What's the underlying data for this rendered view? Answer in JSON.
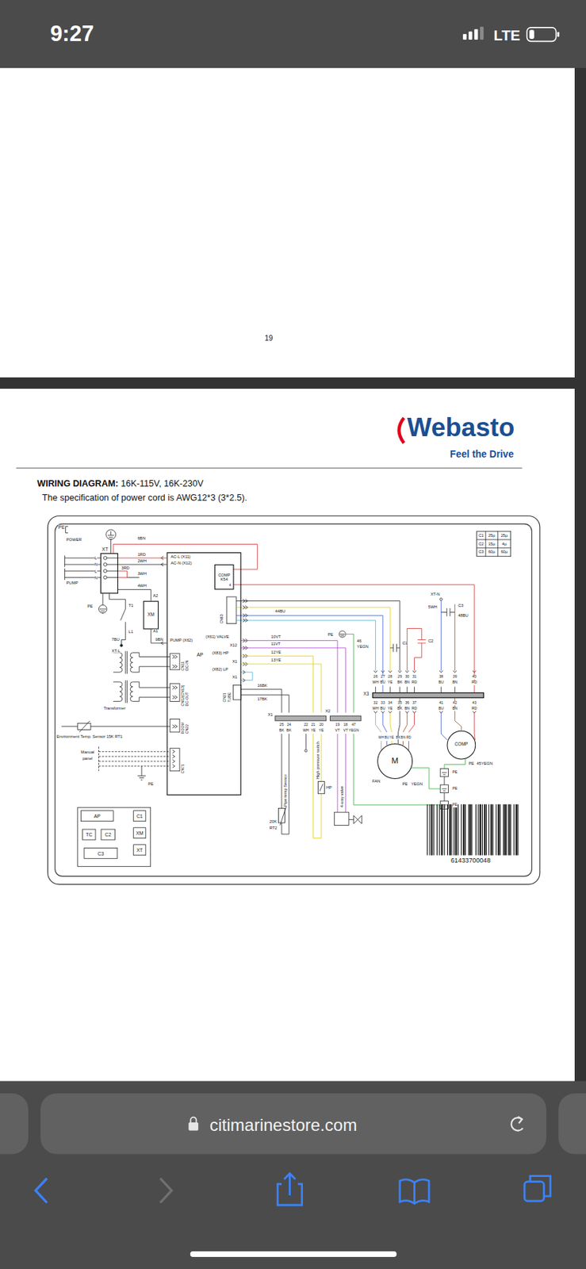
{
  "diagram": {
    "title": "WIRING DIAGRAM:",
    "caption": "The specification of power cord is AWG12*3 (3*2.5).",
    "nodes": [
      {
        "text": [
          "XT"
        ]
      },
      {
        "text": [
          "XM"
        ]
      },
      {
        "text": [
          "AP"
        ]
      },
      {
        "text": [
          "COMP K54"
        ],
        "in": 2
      },
      {
        "text": [
          "X3"
        ]
      },
      {
        "text": [
          "M",
          "FAN"
        ]
      },
      {
        "text": [
          "COMP"
        ]
      }
    ],
    "edges": [
      {
        "from": 0,
        "to": 2,
        "arrow": "none"
      },
      {
        "from": 0,
        "to": 1,
        "arrow": "none"
      },
      {
        "from": 3,
        "to": 4,
        "arrow": "none"
      },
      {
        "from": 2,
        "to": 4,
        "arrow": "none"
      },
      {
        "from": 4,
        "to": 5,
        "arrow": "none"
      },
      {
        "from": 4,
        "to": 6,
        "arrow": "none"
      }
    ],
    "labels": [
      "9:27",
      "LTE",
      "19",
      "Webasto",
      "Feel the Drive",
      "16K-115V, 16K-230V",
      "PE",
      "POWER",
      "L",
      "N",
      "L",
      "N",
      "6BN",
      "1RD",
      "2WH",
      "3RD",
      "3WH",
      "4WH",
      "A2",
      "PUMP",
      "PE",
      "T1",
      "L1",
      "A1",
      "7BU",
      "9BN",
      "XT-L",
      "AC-L (X11)",
      "AC-N (X12)",
      "PUMP (X62)",
      "CN11",
      "DC-IN",
      "CN12(CN13)",
      "DC-OUT",
      "Transformer",
      "ROOM",
      "CN22",
      "Environment Temp. Sensor 15K RT1",
      "Manual",
      "panel",
      "CN71",
      "PE",
      "CN63",
      "4",
      "(X61) VALVE",
      "X12",
      "(X83) HP",
      "X1",
      "(X82) LP",
      "X1",
      "CN21",
      "TUBE",
      "44BU",
      "10VT",
      "11VT",
      "12YE",
      "13YE",
      "16BK",
      "17BK",
      "PE",
      "46",
      "YEGN",
      "XT-N",
      "5WH",
      "C3",
      "48BU",
      "C1",
      "C2",
      "26",
      "27",
      "28",
      "29",
      "30",
      "31",
      "WH",
      "BU",
      "YE",
      "BK",
      "BN",
      "RD",
      "38",
      "39",
      "40",
      "BU",
      "BN",
      "RD",
      "32",
      "33",
      "34",
      "35",
      "36",
      "37",
      "WH",
      "BU",
      "YE",
      "BK",
      "BN",
      "RD",
      "41",
      "42",
      "43",
      "BU",
      "BN",
      "RD",
      "WH",
      "BU",
      "YE",
      "BK",
      "BN",
      "RD",
      "X1",
      "X2",
      "25",
      "24",
      "22",
      "21",
      "20",
      "19",
      "18",
      "47",
      "BK",
      "BK",
      "WH",
      "YE",
      "YE",
      "VT",
      "VT",
      "YEGN",
      "PE",
      "45YEGN",
      "PE",
      "YEGN",
      "PE",
      "PE",
      "PE",
      "Pipe temp Sensor",
      "20K",
      "RT2",
      "High pressure switch",
      "HP",
      "4-way valve",
      "C1",
      "25µ",
      "25µ",
      "C2",
      "15µ",
      "4µ",
      "C3",
      "60µ",
      "60µ",
      "AP",
      "C1",
      "TC",
      "C2",
      "XM",
      "XT",
      "C3",
      "61433700048",
      "citimarinestore.com"
    ]
  }
}
